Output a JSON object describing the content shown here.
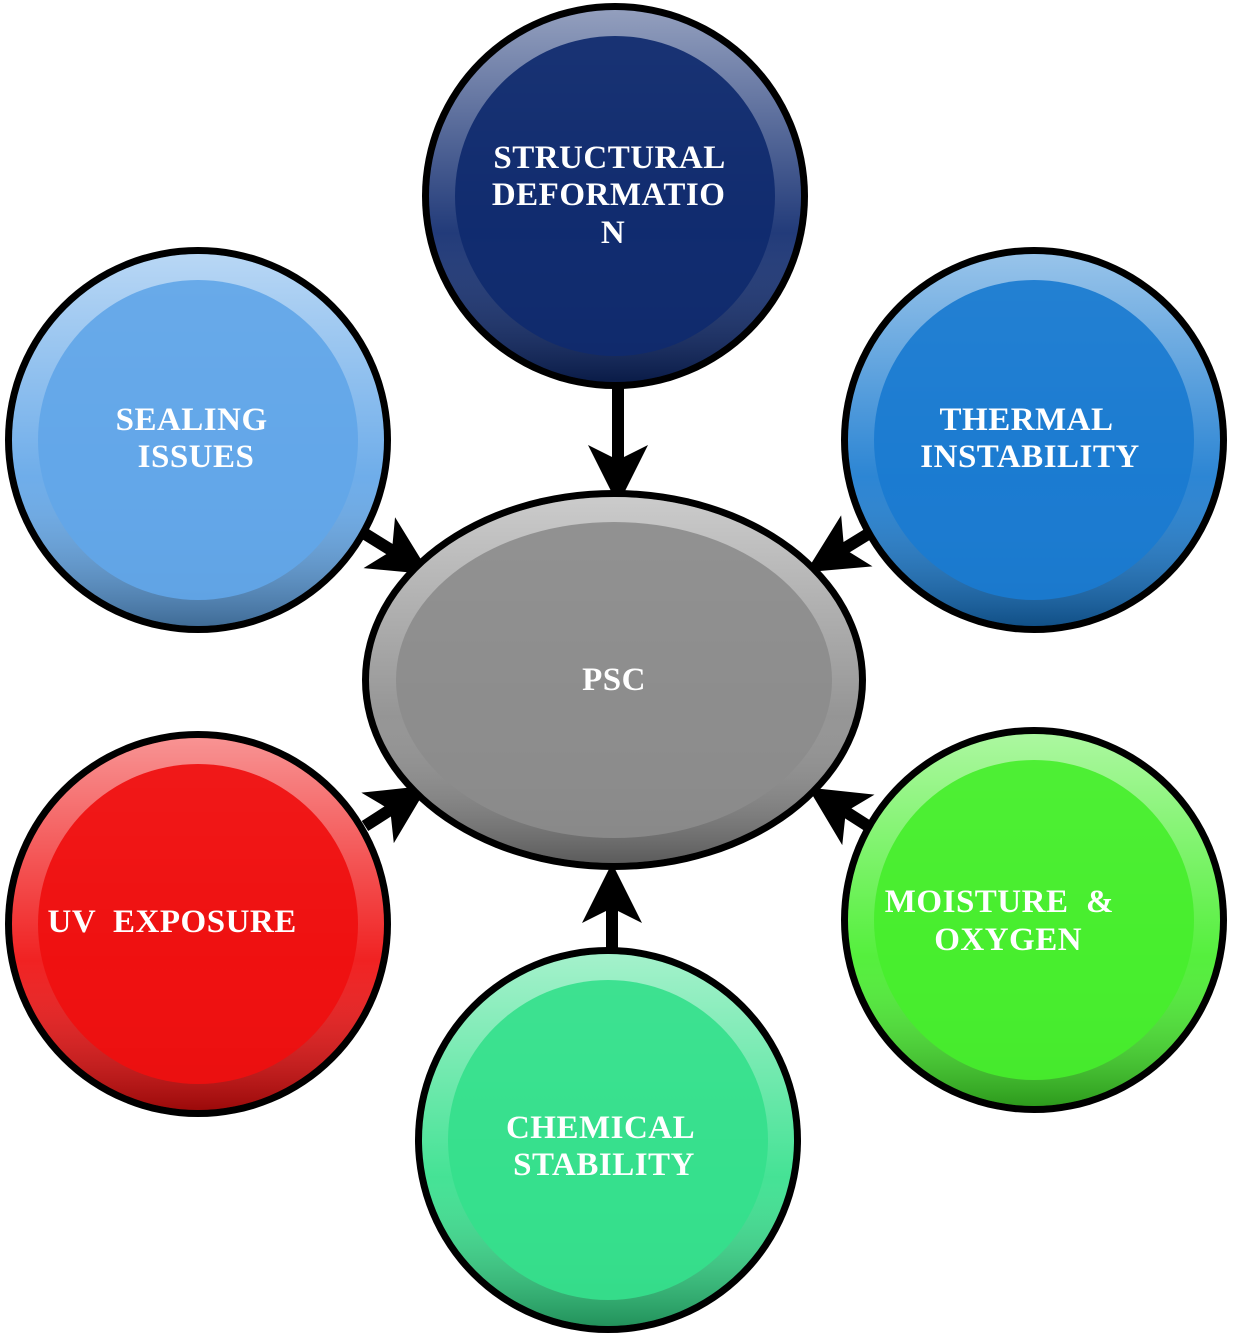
{
  "center": {
    "label": "PSC",
    "color": "#8c8c8c"
  },
  "nodes": [
    {
      "id": "structural-deformation",
      "lines": [
        "STRUCTURAL",
        "DEFORMATIO",
        "N"
      ],
      "color": "#0f2a6e"
    },
    {
      "id": "thermal-instability",
      "lines": [
        "THERMAL",
        "INSTABILITY"
      ],
      "color": "#1a7bd0"
    },
    {
      "id": "moisture-oxygen",
      "lines": [
        "MOISTURE  &",
        "OXYGEN"
      ],
      "color": "#46ee2c"
    },
    {
      "id": "chemical-stability",
      "lines": [
        "CHEMICAL",
        "STABILITY"
      ],
      "color": "#35e08c"
    },
    {
      "id": "uv-exposure",
      "lines": [
        "UV  EXPOSURE"
      ],
      "color": "#ef0f0f"
    },
    {
      "id": "sealing-issues",
      "lines": [
        "SEALING",
        "ISSUES"
      ],
      "color": "#62a6e8"
    }
  ],
  "arrow_color": "#000000"
}
